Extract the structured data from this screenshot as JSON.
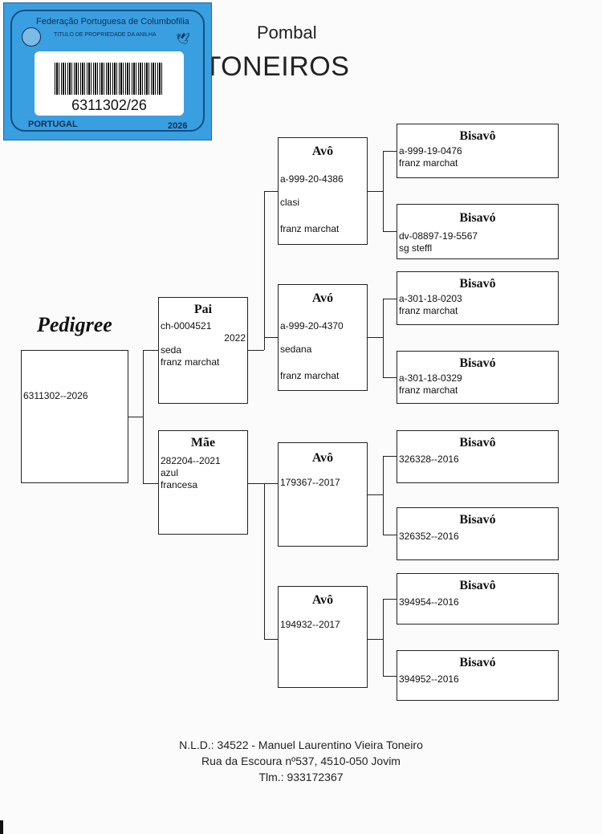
{
  "header": {
    "subtitle": "Pombal",
    "title": "OS TONEIROS"
  },
  "stamp": {
    "federation": "Federação Portuguesa de Columbofilia",
    "certificate": "TITULO DE PROPRIEDADE DA ANILHA",
    "ring_number": "6311302/26",
    "country": "PORTUGAL",
    "year": "2026"
  },
  "pedigree_label": "Pedigree",
  "subject": {
    "ring": "6311302--2026"
  },
  "sire": {
    "heading": "Pai",
    "ring": "ch-0004521",
    "year": "2022",
    "color": "seda",
    "breeder": "franz marchat",
    "father": {
      "heading": "Avô",
      "ring": "a-999-20-4386",
      "color": "clasi",
      "breeder": "franz marchat"
    },
    "mother": {
      "heading": "Avó",
      "ring": "a-999-20-4370",
      "color": "sedana",
      "breeder": "franz marchat"
    },
    "gg": [
      {
        "heading": "Bisavô",
        "ring": "a-999-19-0476",
        "breeder": "franz marchat"
      },
      {
        "heading": "Bisavó",
        "ring": "dv-08897-19-5567",
        "breeder": "sg steffl"
      },
      {
        "heading": "Bisavô",
        "ring": "a-301-18-0203",
        "breeder": "franz marchat"
      },
      {
        "heading": "Bisavó",
        "ring": "a-301-18-0329",
        "breeder": "franz marchat"
      }
    ]
  },
  "dam": {
    "heading": "Mãe",
    "ring": "282204--2021",
    "color": "azul",
    "breed": "francesa",
    "father": {
      "heading": "Avô",
      "ring": "179367--2017"
    },
    "mother": {
      "heading": "Avô",
      "ring": "194932--2017"
    },
    "gg": [
      {
        "heading": "Bisavô",
        "ring": "326328--2016"
      },
      {
        "heading": "Bisavó",
        "ring": "326352--2016"
      },
      {
        "heading": "Bisavô",
        "ring": "394954--2016"
      },
      {
        "heading": "Bisavó",
        "ring": "394952--2016"
      }
    ]
  },
  "footer": {
    "line1": "N.L.D.: 34522 - Manuel Laurentino Vieira Toneiro",
    "line2": "Rua da Escoura nº537, 4510-050 Jovim",
    "line3": "Tlm.: 933172367"
  }
}
